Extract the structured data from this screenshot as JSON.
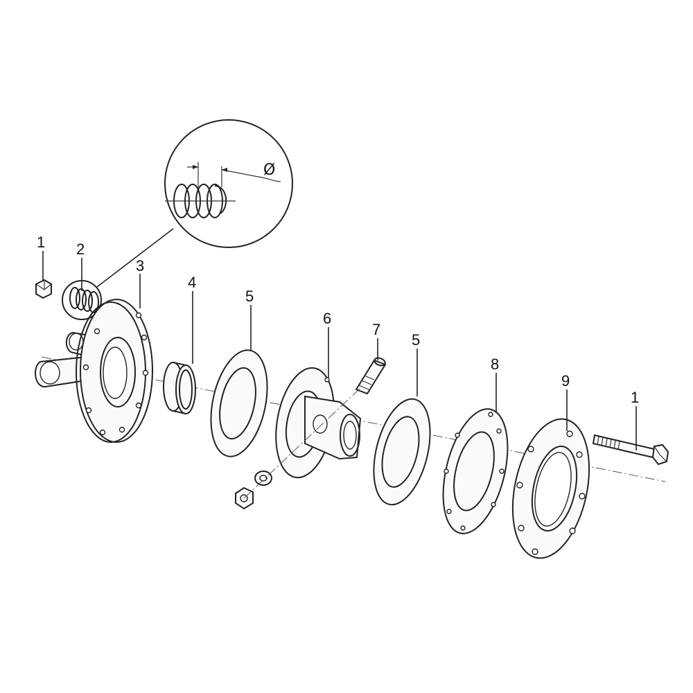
{
  "diagram": {
    "callouts": {
      "c1_left": "1",
      "c2": "2",
      "c3": "3",
      "c4": "4",
      "c5_left": "5",
      "c6": "6",
      "c7": "7",
      "c5_right": "5",
      "c8": "8",
      "c9": "9",
      "c1_right": "1"
    },
    "detail": {
      "diameter_symbol": "Ø"
    }
  }
}
